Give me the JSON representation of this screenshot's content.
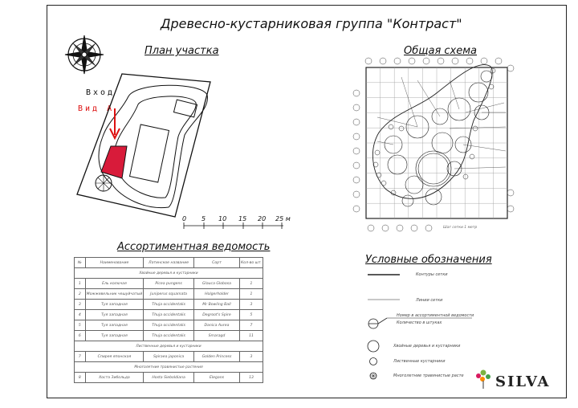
{
  "title": "Древесно-кустарниковая группа \"Контраст\"",
  "plan": {
    "title": "План участка",
    "entry": "Вход",
    "view": "Вид А",
    "scale": {
      "ticks": [
        "0",
        "5",
        "10",
        "15",
        "20",
        "25 м"
      ]
    }
  },
  "scheme": {
    "title": "Общая схема",
    "caption": "Шаг сетки 1 метр"
  },
  "vedomost": {
    "title": "Ассортиментная ведомость",
    "headers": [
      "№",
      "Наименование",
      "Латинское название",
      "Сорт",
      "Кол-во шт."
    ],
    "rows": [
      {
        "type": "group",
        "text": "Хвойные деревья и кустарники"
      },
      {
        "type": "item",
        "cells": [
          "1",
          "Ель колючая",
          "Picea pungens",
          "Glauca Globosa",
          "1"
        ]
      },
      {
        "type": "item",
        "cells": [
          "2",
          "Можжевельник чешуйчатый",
          "Juniperus squamata",
          "Holgerholder",
          "1"
        ]
      },
      {
        "type": "item",
        "cells": [
          "3",
          "Туя западная",
          "Thuja occidentalis",
          "Mr Bowling Ball",
          "3"
        ]
      },
      {
        "type": "item",
        "cells": [
          "4",
          "Туя западная",
          "Thuja occidentalis",
          "Degroot's Spire",
          "5"
        ]
      },
      {
        "type": "item",
        "cells": [
          "5",
          "Туя западная",
          "Thuja occidentalis",
          "Danica Aurea",
          "7"
        ]
      },
      {
        "type": "item",
        "cells": [
          "6",
          "Туя западная",
          "Thuja occidentalis",
          "Smaragd",
          "11"
        ]
      },
      {
        "type": "group",
        "text": "Лиственные деревья и кустарники"
      },
      {
        "type": "item",
        "cells": [
          "7",
          "Спирея японская",
          "Spiraea japonica",
          "Golden Princess",
          "3"
        ]
      },
      {
        "type": "group",
        "text": "Многолетние травянистые растения"
      },
      {
        "type": "item",
        "cells": [
          "8",
          "Хоста Зибольда",
          "Hosta Sieboldiana",
          "Elegans",
          "13"
        ]
      }
    ]
  },
  "legend": {
    "title": "Условные обозначения",
    "items": [
      "Контуры сетки",
      "Линии сетки",
      "Номер в ассортиментной ведомости",
      "Количество в штуках",
      "Хвойные деревья и кустарники",
      "Лиственные кустарники",
      "Многолетние травянистые расте"
    ]
  },
  "brand": "SILVA"
}
